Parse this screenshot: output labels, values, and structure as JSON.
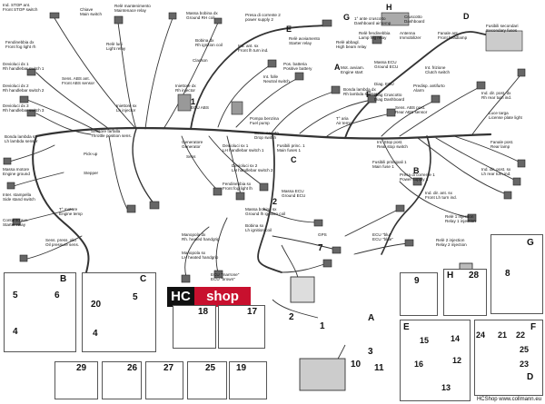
{
  "colors": {
    "wire": "#333333",
    "logo_dark": "#111111",
    "logo_red": "#c8102e"
  },
  "diagram_labels": [
    {
      "id": "l1",
      "text": "Ind. STOP ant.\nFront STOP switch"
    },
    {
      "id": "l2",
      "text": "Chiave\nMain switch"
    },
    {
      "id": "l3",
      "text": "Relè mantenimento\nMaintenace relay"
    },
    {
      "id": "l4",
      "text": "Massa bobina dx\nGround RH coil"
    },
    {
      "id": "l5",
      "text": "Presa di corrente 2\npower supply 2"
    },
    {
      "id": "l6",
      "text": "Cruscotto\nDashboard"
    },
    {
      "id": "l7",
      "text": "Fusibili secondari\nSecondary fuses"
    },
    {
      "id": "l8",
      "text": "Fendinebbia dx\nFront fog light rh"
    },
    {
      "id": "l9",
      "text": "Relè luci\nLight relay"
    },
    {
      "id": "l10",
      "text": "Bobina dx\nRh ignition coil"
    },
    {
      "id": "l11",
      "text": "Ind. ant. sx\nFront lh turn ind."
    },
    {
      "id": "l12",
      "text": "Relè avviamento\nStarter relay"
    },
    {
      "id": "l13",
      "text": "Relè abbagl.\nHigh beam relay"
    },
    {
      "id": "l14",
      "text": "1° ante cruscotto\nDashboard air temp"
    },
    {
      "id": "l15",
      "text": "Relè fendinebbia\nLamp fog relay"
    },
    {
      "id": "l16",
      "text": "Antenna\nImmobilizer"
    },
    {
      "id": "l17",
      "text": "Fanale ant.\nFront headlamp"
    },
    {
      "id": "l18",
      "text": "Devioluci dx 1\nRh handlebar switch 1"
    },
    {
      "id": "l19",
      "text": "Clacson"
    },
    {
      "id": "l20",
      "text": "Pos. batteria\nPositive battery"
    },
    {
      "id": "l21",
      "text": "Mot. avviam.\nEngine start"
    },
    {
      "id": "l22",
      "text": "Massa ECU\nGround ECU"
    },
    {
      "id": "l23",
      "text": "Int. frizione\nClutch switch"
    },
    {
      "id": "l24",
      "text": "Devioluci dx 2\nRh handlebar switch 2"
    },
    {
      "id": "l25",
      "text": "Sens. ABS ant.\nFront ABS sensor"
    },
    {
      "id": "l26",
      "text": "Int. folle\nNeutral switch"
    },
    {
      "id": "l27",
      "text": "Diag. ECU"
    },
    {
      "id": "l28",
      "text": "Predisp. antifurto\nAlarm"
    },
    {
      "id": "l29",
      "text": "Ind. dir. post. dx\nRh rear turn ind."
    },
    {
      "id": "l30",
      "text": "Devioluci dx 3\nRh handlebar switch 3"
    },
    {
      "id": "l31",
      "text": "Iniettore dx\nRh injector"
    },
    {
      "id": "l32",
      "text": "Iniettore sx\nLh injector"
    },
    {
      "id": "l33",
      "text": "Bonda lambda dx\nRh lambda sensor"
    },
    {
      "id": "l34",
      "text": "Diag Cruscotto\nDiag Dashboard"
    },
    {
      "id": "l35",
      "text": "Sens. ABS post.\nRear ABS sensor"
    },
    {
      "id": "l36",
      "text": "Luce targa\nLicense plate light"
    },
    {
      "id": "l37",
      "text": "ECU ABS"
    },
    {
      "id": "l38",
      "text": "Pompa benzina\nFuel pump"
    },
    {
      "id": "l39",
      "text": "Sens. caduta\nDrop switch"
    },
    {
      "id": "l40",
      "text": "T° aria\nAir temp"
    },
    {
      "id": "l41",
      "text": "Sensore farfalla\nThrottle position sens."
    },
    {
      "id": "l42",
      "text": "Int. Stop post.\nRear stop switch"
    },
    {
      "id": "l43",
      "text": "Fanale post.\nRear lamp"
    },
    {
      "id": "l44",
      "text": "Bonda lambda sx\nLh lambda sensor"
    },
    {
      "id": "l45",
      "text": "Generatore\nGenerator"
    },
    {
      "id": "l46",
      "text": "Devioluci sx 1\nLH handlebar switch 1"
    },
    {
      "id": "l47",
      "text": "Fusibili princ. 1\nMain fuses 1"
    },
    {
      "id": "l48",
      "text": "Fusibili principali 1\nMain fuse 1"
    },
    {
      "id": "l49",
      "text": "Ind. dir. post. sx\nLh rear turn ind."
    },
    {
      "id": "l50",
      "text": "Pick-up"
    },
    {
      "id": "l51",
      "text": "Sens"
    },
    {
      "id": "l52",
      "text": "Presa di corrente 1\nPower supply 1"
    },
    {
      "id": "l53",
      "text": "Massa motore\nEngine ground"
    },
    {
      "id": "l54",
      "text": "Devioluci sx 2\nLH handlebar switch 2"
    },
    {
      "id": "l55",
      "text": "Stepper"
    },
    {
      "id": "l56",
      "text": "Fendinebbia sx\nFront fog light lh"
    },
    {
      "id": "l57",
      "text": "Massa ECU\nGround ECU"
    },
    {
      "id": "l58",
      "text": "Ind. dir. ant. sx\nFront Lh turn ind."
    },
    {
      "id": "l59",
      "text": "Inter. stampella\nSide stand switch"
    },
    {
      "id": "l60",
      "text": "T° motore\nEngine temp"
    },
    {
      "id": "l61",
      "text": "Massa bobina sx\nGround lh ignition coil"
    },
    {
      "id": "l62",
      "text": "Relè 1 injection\nRelay 1 injection"
    },
    {
      "id": "l63",
      "text": "Contanto avv.\nStarter relay"
    },
    {
      "id": "l64",
      "text": "Bobina sx\nLh ignition coil"
    },
    {
      "id": "l65",
      "text": "GPS"
    },
    {
      "id": "l66",
      "text": "ECU \"blu\"\nECU \"blue\""
    },
    {
      "id": "l67",
      "text": "Relè 2 injection\nRelay 2 injection"
    },
    {
      "id": "l68",
      "text": "Sens. press. olio\nOil pressure sens."
    },
    {
      "id": "l69",
      "text": "Manopola dx\nRh. heated handgrip"
    },
    {
      "id": "l70",
      "text": "Manopola sx\nLH heated handgrip"
    },
    {
      "id": "l71",
      "text": "ECU \"marrone\"\nECU \"brown\""
    }
  ],
  "callout_letters": [
    {
      "id": "cA",
      "text": "A"
    },
    {
      "id": "cB",
      "text": "B"
    },
    {
      "id": "cC",
      "text": "C"
    },
    {
      "id": "cD",
      "text": "D"
    },
    {
      "id": "cE",
      "text": "E"
    },
    {
      "id": "cF",
      "text": "F"
    },
    {
      "id": "cG",
      "text": "G"
    },
    {
      "id": "cH",
      "text": "H"
    },
    {
      "id": "c1",
      "text": "1"
    },
    {
      "id": "c2",
      "text": "2"
    }
  ],
  "detail_parts": [
    {
      "id": "pB5",
      "text": "5"
    },
    {
      "id": "pB6",
      "text": "6"
    },
    {
      "id": "pB4",
      "text": "4"
    },
    {
      "id": "pBB",
      "text": "B"
    },
    {
      "id": "pC20",
      "text": "20"
    },
    {
      "id": "pC5",
      "text": "5"
    },
    {
      "id": "pC4",
      "text": "4"
    },
    {
      "id": "pCC",
      "text": "C"
    },
    {
      "id": "p18",
      "text": "18"
    },
    {
      "id": "p17",
      "text": "17"
    },
    {
      "id": "p7",
      "text": "7"
    },
    {
      "id": "p2",
      "text": "2"
    },
    {
      "id": "p1",
      "text": "1"
    },
    {
      "id": "p3",
      "text": "3"
    },
    {
      "id": "p10",
      "text": "10"
    },
    {
      "id": "p11",
      "text": "11"
    },
    {
      "id": "pA",
      "text": "A"
    },
    {
      "id": "p9",
      "text": "9"
    },
    {
      "id": "pH",
      "text": "H"
    },
    {
      "id": "p28",
      "text": "28"
    },
    {
      "id": "pG",
      "text": "G"
    },
    {
      "id": "p8",
      "text": "8"
    },
    {
      "id": "pE",
      "text": "E"
    },
    {
      "id": "p15",
      "text": "15"
    },
    {
      "id": "p14",
      "text": "14"
    },
    {
      "id": "p16",
      "text": "16"
    },
    {
      "id": "p12",
      "text": "12"
    },
    {
      "id": "p13",
      "text": "13"
    },
    {
      "id": "pF",
      "text": "F"
    },
    {
      "id": "p24",
      "text": "24"
    },
    {
      "id": "p21",
      "text": "21"
    },
    {
      "id": "p22",
      "text": "22"
    },
    {
      "id": "p25",
      "text": "25"
    },
    {
      "id": "p23",
      "text": "23"
    },
    {
      "id": "pD",
      "text": "D"
    },
    {
      "id": "p29",
      "text": "29"
    },
    {
      "id": "p26",
      "text": "26"
    },
    {
      "id": "p27",
      "text": "27"
    },
    {
      "id": "p25b",
      "text": "25"
    },
    {
      "id": "p19",
      "text": "19"
    }
  ],
  "logo": {
    "hc": "HC",
    "shop": "shop"
  },
  "footer": {
    "copyright": "HCShop www.collmann.eu"
  }
}
